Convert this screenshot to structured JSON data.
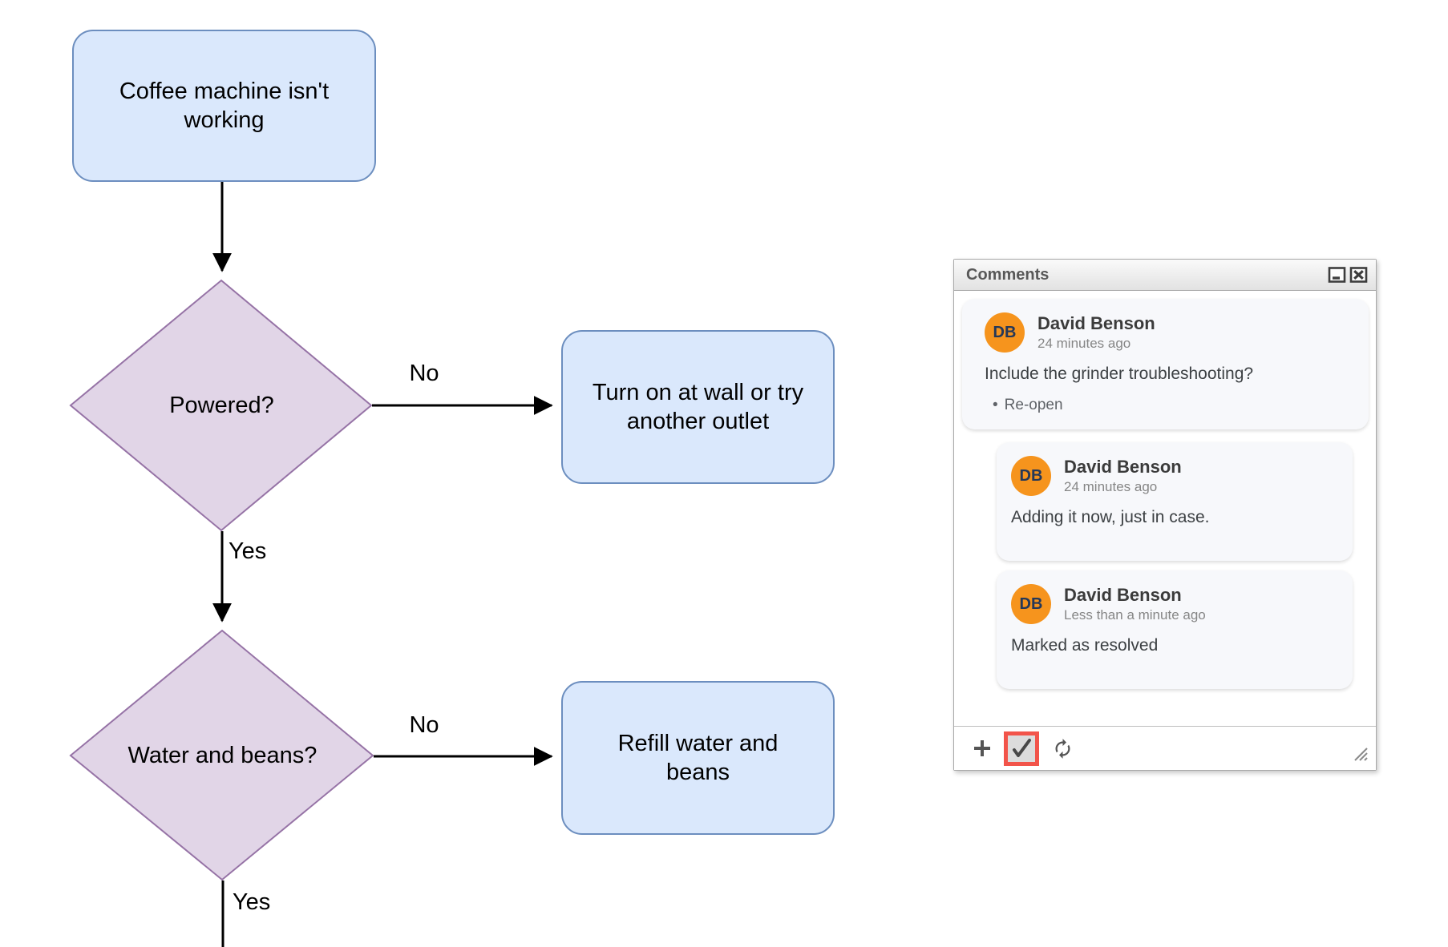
{
  "flowchart": {
    "nodes": {
      "start": {
        "label": "Coffee machine isn't working",
        "shape": "rounded-rect"
      },
      "powered": {
        "label": "Powered?",
        "shape": "diamond"
      },
      "turn_on": {
        "label": "Turn on at wall or try another outlet",
        "shape": "rounded-rect"
      },
      "water_beans": {
        "label": "Water and beans?",
        "shape": "diamond"
      },
      "refill": {
        "label": "Refill water and beans",
        "shape": "rounded-rect"
      }
    },
    "edge_labels": {
      "powered_no": "No",
      "powered_yes": "Yes",
      "water_no": "No",
      "water_yes": "Yes"
    },
    "colors": {
      "process_fill": "#dae8fc",
      "process_border": "#6c8ebf",
      "decision_fill": "#e1d5e7",
      "decision_border": "#9673a6",
      "arrow": "#000000"
    }
  },
  "comments_panel": {
    "title": "Comments",
    "window_icons": {
      "minimize": "minimize-icon",
      "close": "close-icon"
    },
    "comments": [
      {
        "initials": "DB",
        "author": "David Benson",
        "time": "24 minutes ago",
        "text": "Include the grinder troubleshooting?",
        "action_bullet": "•",
        "action": "Re-open"
      },
      {
        "initials": "DB",
        "author": "David Benson",
        "time": "24 minutes ago",
        "text": "Adding it now, just in case."
      },
      {
        "initials": "DB",
        "author": "David Benson",
        "time": "Less than a minute ago",
        "text": "Marked as resolved"
      }
    ],
    "toolbar_icons": [
      "add-comment-icon",
      "resolve-check-icon",
      "refresh-icon"
    ],
    "colors": {
      "avatar_bg": "#f6941d",
      "avatar_text": "#253858",
      "highlight_red": "#f2544a",
      "card_bg": "#f7f8fb"
    }
  }
}
